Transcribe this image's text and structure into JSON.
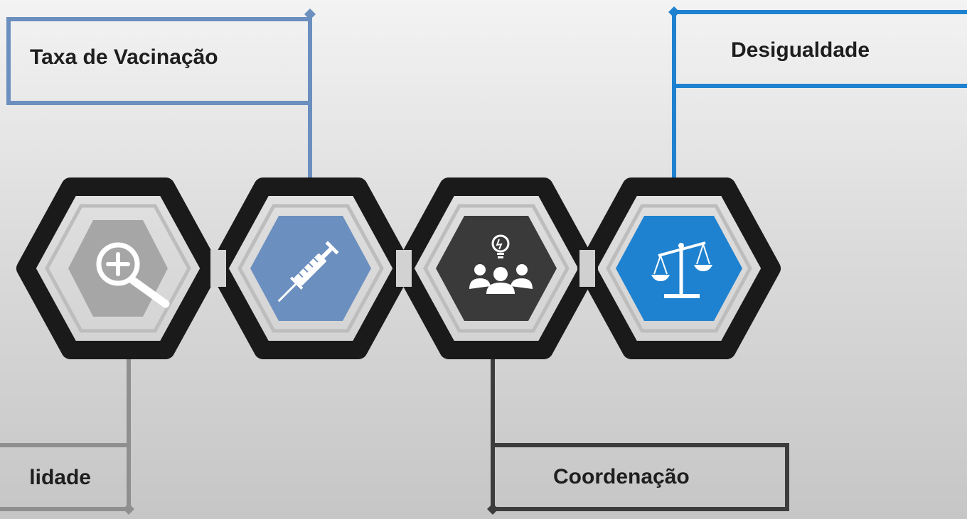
{
  "diagram": {
    "labels": {
      "taxa_vacinacao": "Taxa de Vacinação",
      "desigualdade": "Desigualdade",
      "coordenacao": "Coordenação",
      "qualidade_partial": "lidade"
    },
    "nodes": [
      {
        "id": "search",
        "icon": "magnifier-plus-icon",
        "color": "#a6a6a6"
      },
      {
        "id": "vaccine",
        "icon": "syringe-icon",
        "color": "#6b8fbf"
      },
      {
        "id": "team",
        "icon": "team-idea-icon",
        "color": "#3a3a3a"
      },
      {
        "id": "justice",
        "icon": "balance-scale-icon",
        "color": "#1f82d0"
      }
    ],
    "colors": {
      "frame": "#1a1a1a",
      "gap": "#bdbdbd",
      "taxa_line": "#6b8fbf",
      "desig_line": "#1f82d0",
      "coord_line": "#3c3c3c",
      "qual_line": "#8f8f8f"
    }
  }
}
